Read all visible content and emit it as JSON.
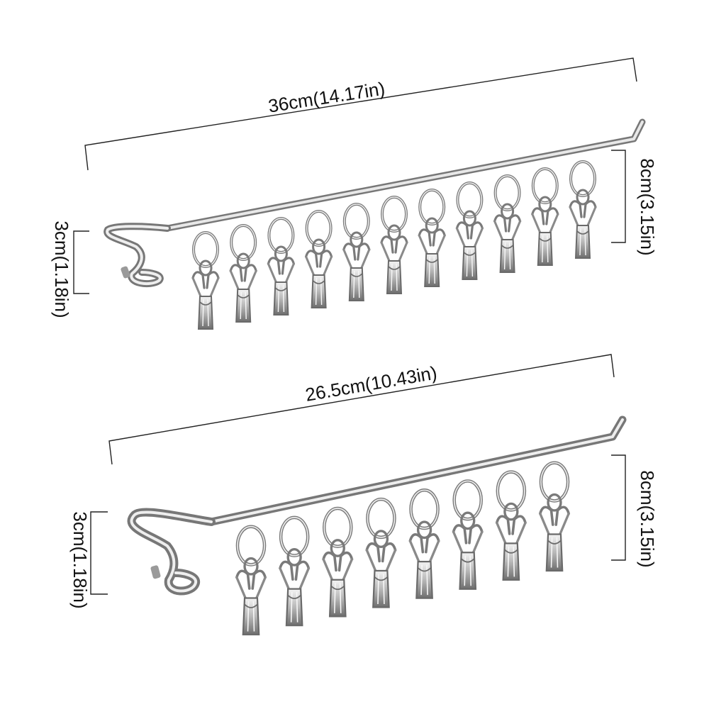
{
  "products": [
    {
      "id": "large",
      "clip_count": 11,
      "width_label": "36cm(14.17in)",
      "height_label": "8cm(3.15in)",
      "hook_label": "3cm(1.18in)"
    },
    {
      "id": "small",
      "clip_count": 8,
      "width_label": "26.5cm(10.43in)",
      "height_label": "8cm(3.15in)",
      "hook_label": "3cm(1.18in)"
    }
  ],
  "colors": {
    "metal_dark": "#6e6e6e",
    "metal_mid": "#b8b8b8",
    "metal_light": "#f4f4f4",
    "dimension_line": "#222222"
  }
}
